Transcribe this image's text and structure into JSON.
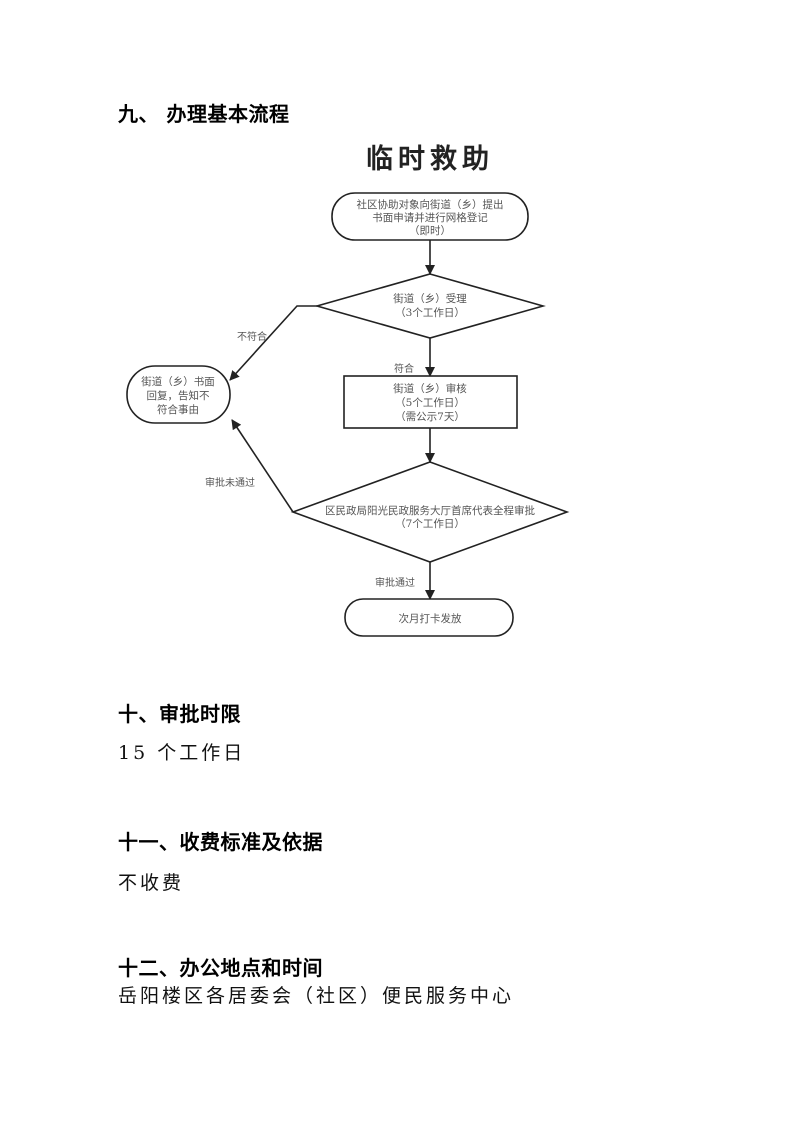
{
  "sections": [
    {
      "heading": "九、 办理基本流程"
    },
    {
      "heading": "十、审批时限",
      "content": "15 个工作日"
    },
    {
      "heading": "十一、收费标准及依据",
      "content": "不收费"
    },
    {
      "heading": "十二、办公地点和时间",
      "content": "岳阳楼区各居委会（社区）便民服务中心"
    }
  ],
  "flowchart": {
    "title": "临时救助",
    "start": [
      "社区协助对象向街道（乡）提出",
      "书面申请并进行网格登记",
      "（即时）"
    ],
    "decision1": [
      "街道（乡）受理",
      "（3个工作日）"
    ],
    "reject_box": [
      "街道（乡）书面",
      "回复，告知不",
      "符合事由"
    ],
    "review": [
      "街道（乡）审核",
      "（5个工作日）",
      "（需公示7天）"
    ],
    "decision2": [
      "区民政局阳光民政服务大厅首席代表全程审批",
      "（7个工作日）"
    ],
    "end": "次月打卡发放",
    "labels": {
      "not_eligible": "不符合",
      "eligible": "符合",
      "approval_failed": "审批未通过",
      "approval_passed": "审批通过"
    }
  }
}
